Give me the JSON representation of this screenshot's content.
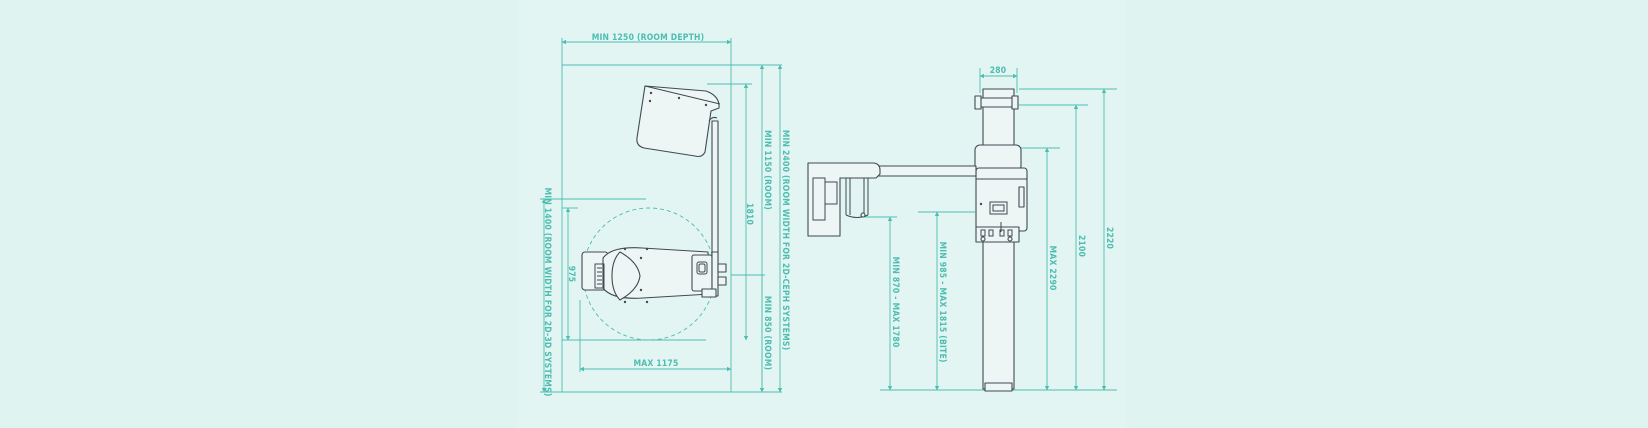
{
  "colors": {
    "background": "#dff3f0",
    "panel": "#e2f5f2",
    "dimension": "#4dbdb1",
    "device_line": "#3f4b52"
  },
  "dimensions": {
    "room_depth": "MIN 1250 (ROOM DEPTH)",
    "min_1150_room": "MIN 1150 (ROOM)",
    "min_2400_ceph": "MIN 2400 (ROOM WIDTH FOR 2D-CEPH SYSTEMS)",
    "min_1400_2d3d": "MIN 1400 (ROOM WIDTH FOR 2D-3D SYSTEMS)",
    "min_850_room": "MIN 850 (ROOM)",
    "d1810": "1810",
    "d975": "975",
    "max_1175": "MAX 1175",
    "d280": "280",
    "min_870_max_1780": "MIN 870 - MAX 1780",
    "min_985_max_1815": "MIN 985 - MAX 1815 (BITE)",
    "max_2290": "MAX 2290",
    "d2100": "2100",
    "d2220": "2220"
  }
}
